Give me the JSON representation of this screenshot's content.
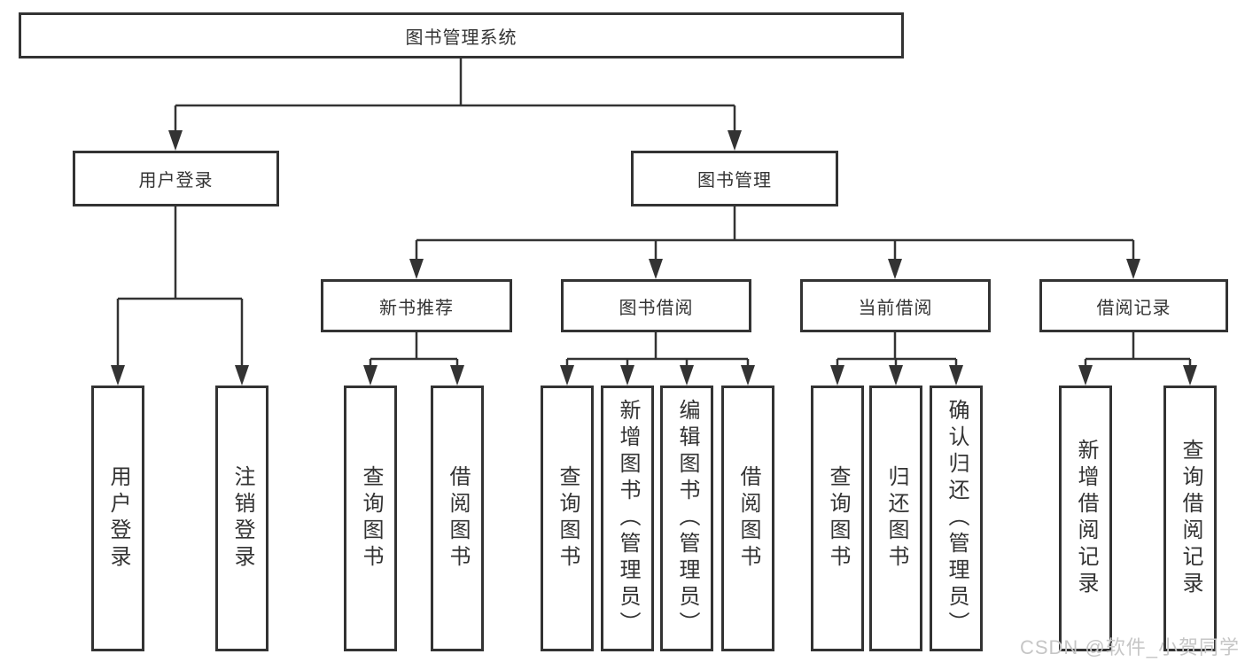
{
  "diagram": {
    "root": {
      "label": "图书管理系统"
    },
    "level2": [
      {
        "label": "用户登录"
      },
      {
        "label": "图书管理"
      }
    ],
    "level3": [
      {
        "label": "新书推荐"
      },
      {
        "label": "图书借阅"
      },
      {
        "label": "当前借阅"
      },
      {
        "label": "借阅记录"
      }
    ],
    "leaves": [
      {
        "label": "用户登录"
      },
      {
        "label": "注销登录"
      },
      {
        "label": "查询图书"
      },
      {
        "label": "借阅图书"
      },
      {
        "label": "查询图书"
      },
      {
        "label": "新增图书（管理员）"
      },
      {
        "label": "编辑图书（管理员）"
      },
      {
        "label": "借阅图书"
      },
      {
        "label": "查询图书"
      },
      {
        "label": "归还图书"
      },
      {
        "label": "确认归还（管理员）"
      },
      {
        "label": "新增借阅记录"
      },
      {
        "label": "查询借阅记录"
      }
    ]
  },
  "watermark": {
    "text": "CSDN @软件_小贺同学"
  },
  "colors": {
    "line": "#333333",
    "border": "#333333",
    "text": "#333333",
    "watermark": "#c6c6c6",
    "background": "#ffffff"
  }
}
